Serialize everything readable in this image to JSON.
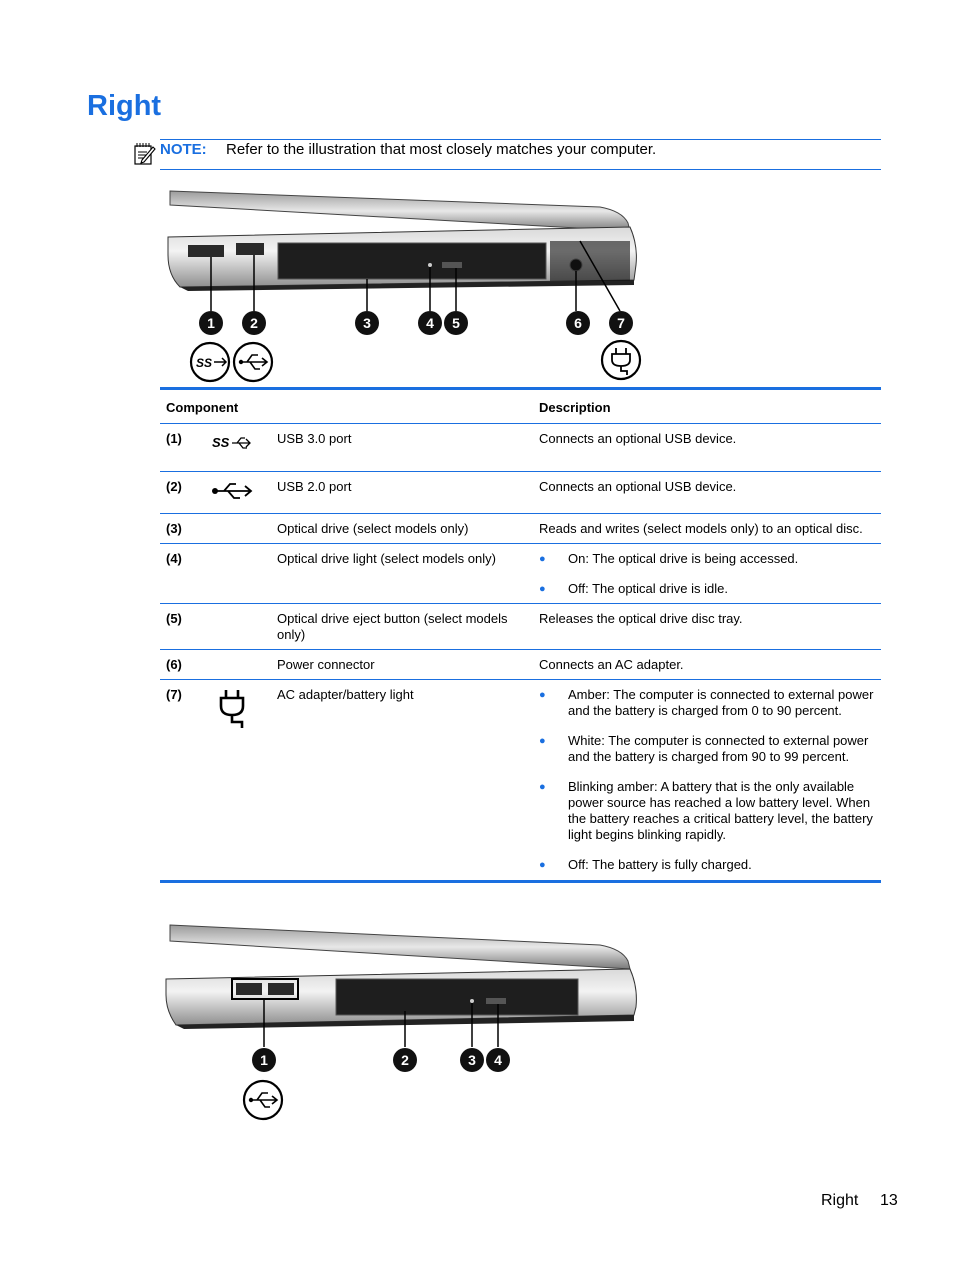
{
  "title": "Right",
  "note": {
    "label": "NOTE:",
    "text": "Refer to the illustration that most closely matches your computer."
  },
  "illustration1": {
    "callouts": [
      "1",
      "2",
      "3",
      "4",
      "5",
      "6",
      "7"
    ]
  },
  "illustration2": {
    "callouts": [
      "1",
      "2",
      "3",
      "4"
    ]
  },
  "table": {
    "headers": {
      "component": "Component",
      "description": "Description"
    },
    "rows": [
      {
        "num": "(1)",
        "icon": "usb3-icon",
        "component": "USB 3.0 port",
        "description": "Connects an optional USB device."
      },
      {
        "num": "(2)",
        "icon": "usb-icon",
        "component": "USB 2.0 port",
        "description": "Connects an optional USB device."
      },
      {
        "num": "(3)",
        "component": "Optical drive (select models only)",
        "description": "Reads and writes (select models only) to an optical disc."
      },
      {
        "num": "(4)",
        "component": "Optical drive light (select models only)",
        "bullets": [
          "On: The optical drive is being accessed.",
          "Off: The optical drive is idle."
        ]
      },
      {
        "num": "(5)",
        "component": "Optical drive eject button (select models only)",
        "description": "Releases the optical drive disc tray."
      },
      {
        "num": "(6)",
        "component": "Power connector",
        "description": "Connects an AC adapter."
      },
      {
        "num": "(7)",
        "icon": "power-plug-icon",
        "component": "AC adapter/battery light",
        "bullets": [
          "Amber: The computer is connected to external power and the battery is charged from 0 to 90 percent.",
          "White: The computer is connected to external power and the battery is charged from 90 to 99 percent.",
          "Blinking amber: A battery that is the only available power source has reached a low battery level. When the battery reaches a critical battery level, the battery light begins blinking rapidly.",
          "Off: The battery is fully charged."
        ]
      }
    ]
  },
  "footer": {
    "section": "Right",
    "page": "13"
  },
  "colors": {
    "accent": "#1a6fe0"
  }
}
